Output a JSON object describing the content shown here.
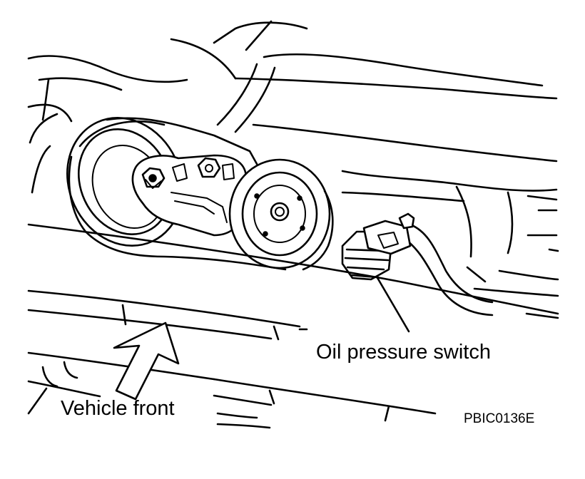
{
  "labels": {
    "oil_pressure_switch": "Oil pressure switch",
    "vehicle_front": "Vehicle front",
    "figure_code": "PBIC0136E"
  }
}
